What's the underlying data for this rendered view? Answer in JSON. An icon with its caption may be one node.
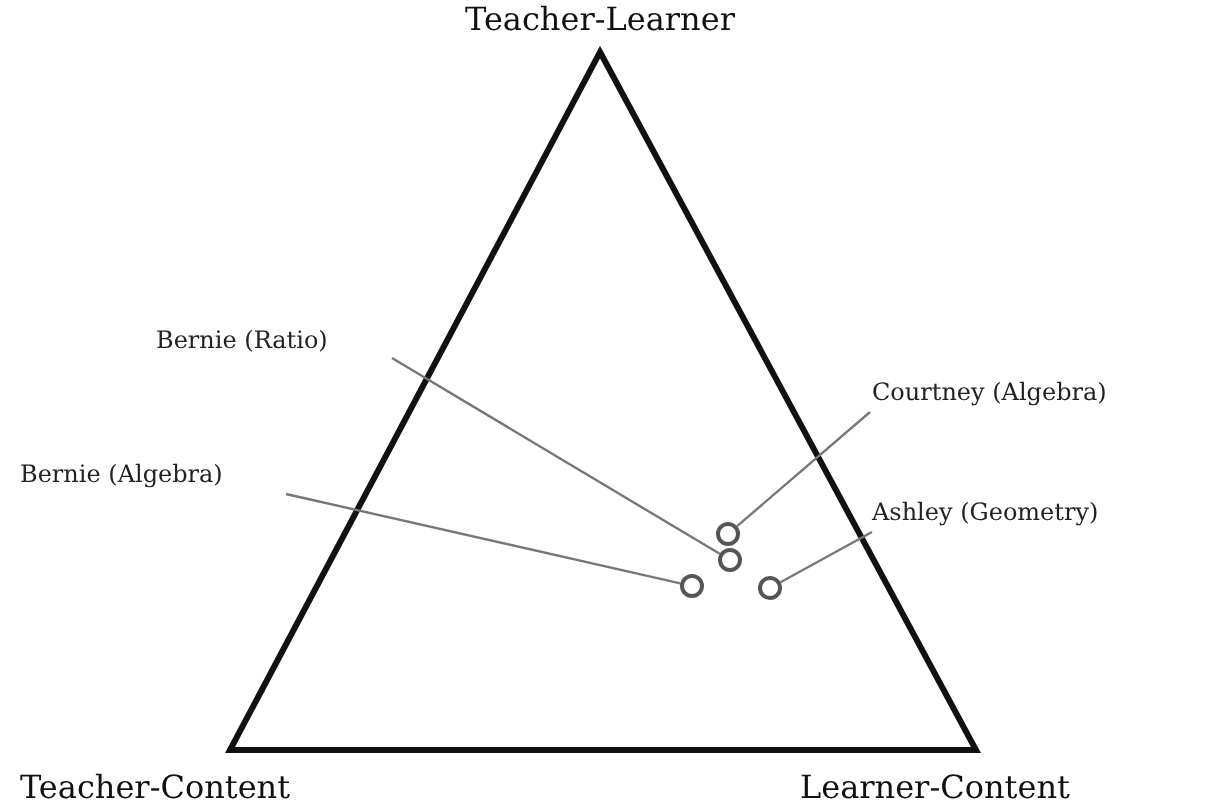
{
  "diagram": {
    "nodes": [
      {
        "text": [
          "Bernie (Ratio)"
        ]
      },
      {
        "text": [
          "Courtney (Algebra)"
        ]
      },
      {
        "text": [
          "Bernie (Algebra)"
        ]
      },
      {
        "text": [
          "Ashley (Geometry)"
        ]
      },
      {
        "text": [],
        "shape": "circle"
      },
      {
        "text": [],
        "shape": "circle"
      },
      {
        "text": [],
        "shape": "circle"
      },
      {
        "text": [],
        "shape": "circle"
      }
    ],
    "edges": [
      {
        "from": 0,
        "to": 6,
        "arrow": "none"
      },
      {
        "from": 1,
        "to": 5,
        "arrow": "none"
      },
      {
        "from": 2,
        "to": 4,
        "arrow": "none"
      },
      {
        "from": 3,
        "to": 7,
        "arrow": "none"
      }
    ],
    "labels": [
      "Teacher-Learner",
      "Teacher-Content",
      "Learner-Content"
    ]
  }
}
